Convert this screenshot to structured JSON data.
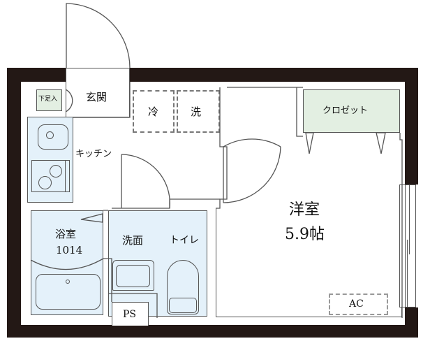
{
  "floorplan": {
    "colors": {
      "wall": "#231815",
      "wet_area": "#e4f1fa",
      "storage": "#e3efe2",
      "line": "#555555"
    },
    "rooms": {
      "genkan": "玄関",
      "shoe_box": "下足入",
      "fridge": "冷",
      "washer": "洗",
      "kitchen": "キッチン",
      "closet": "クロゼット",
      "western_room": "洋室",
      "western_room_size": "5.9帖",
      "bath": "浴室",
      "bath_size": "1014",
      "washroom": "洗面",
      "toilet": "トイレ",
      "pipe_space": "PS",
      "air_conditioner": "AC"
    }
  }
}
